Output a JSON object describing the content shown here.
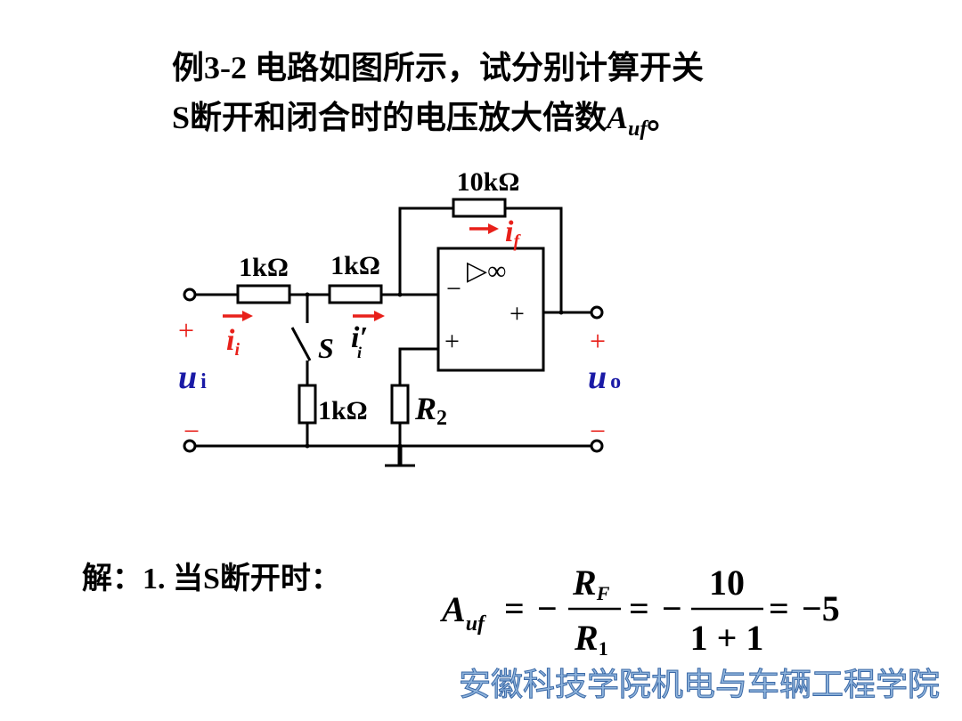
{
  "title": {
    "line1": "例3-2  电路如图所示，试分别计算开关",
    "line2_prefix": "S断开和闭合时的电压放大倍数",
    "line2_symbol": "A",
    "line2_subscript": "uf",
    "line2_suffix": "。"
  },
  "circuit": {
    "r_feedback": "10kΩ",
    "r_input1": "1kΩ",
    "r_input2": "1kΩ",
    "r_shunt": "1kΩ",
    "r2_symbol": "R",
    "r2_sub": "2",
    "opamp_symbol": "▷∞",
    "minus_sign": "−",
    "plus_sign": "+",
    "out_plus_sign": "+",
    "current_i": "i",
    "current_i_sub": "i",
    "current_i_prime": "i′",
    "current_i_prime_sub": "i",
    "current_f": "i",
    "current_f_sub": "f",
    "switch_label": "S",
    "ui_symbol": "u",
    "ui_sub": "i",
    "uo_symbol": "u",
    "uo_sub": "o",
    "in_plus": "+",
    "in_minus": "−",
    "out_plus": "+",
    "out_minus": "−"
  },
  "solution": {
    "label": "解：1. 当S断开时："
  },
  "formula": {
    "lhs_symbol": "A",
    "lhs_sub": "uf",
    "eq1": "=",
    "minus1": "−",
    "num1_symbol": "R",
    "num1_sub": "F",
    "den1_symbol": "R",
    "den1_sub": "1",
    "eq2": "=",
    "minus2": "−",
    "num2": "10",
    "den2": "1 + 1",
    "eq3": "=",
    "result": "−5"
  },
  "footer": "安徽科技学院机电与车辆工程学院",
  "colors": {
    "ink": "#000000",
    "current_red": "#e8201a",
    "voltage_blue": "#1a1aa6",
    "footer_fill": "#8fb4dc",
    "footer_stroke": "#3a68a6"
  }
}
